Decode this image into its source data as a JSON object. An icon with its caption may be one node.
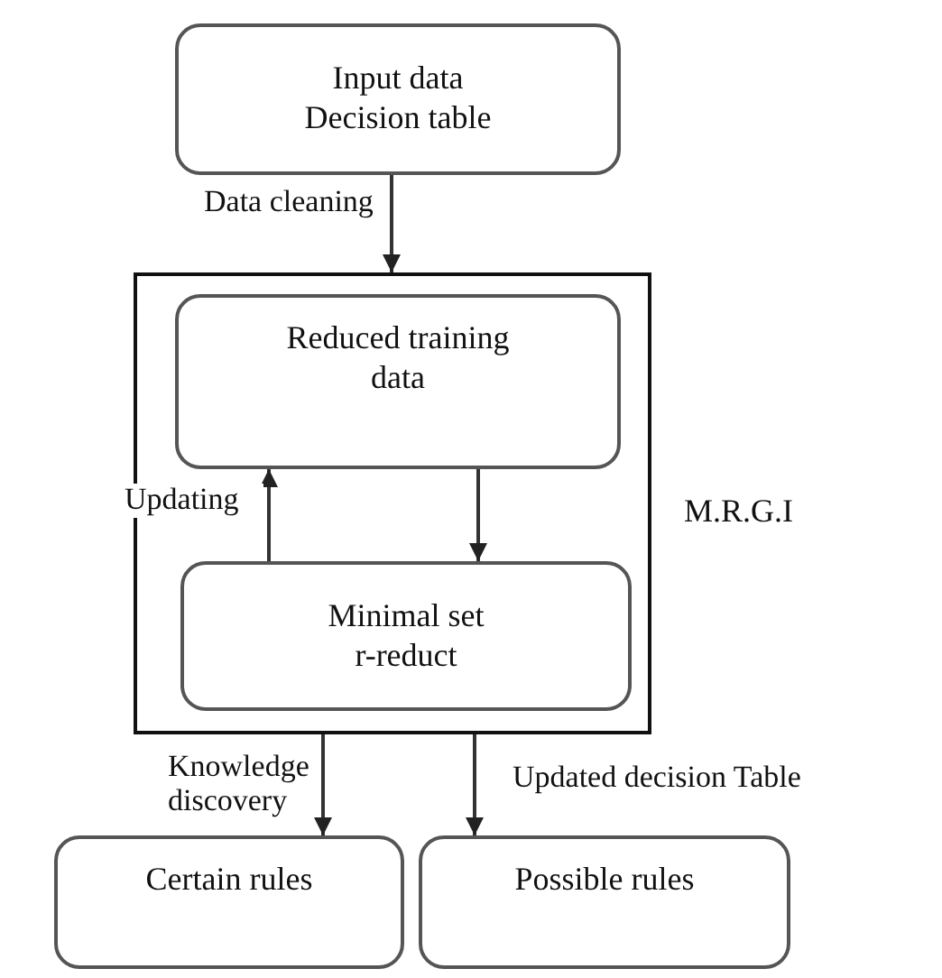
{
  "diagram": {
    "nodes": [
      {
        "text": [
          "Input data Decision table"
        ]
      },
      {
        "text": [
          "M.R.G.I"
        ]
      },
      {
        "text": [
          "Reduced training data"
        ],
        "in": 1
      },
      {
        "text": [
          "Minimal set r-reduct"
        ],
        "in": 1
      },
      {
        "text": [
          "Certain rules"
        ]
      },
      {
        "text": [
          "Possible rules"
        ]
      }
    ],
    "edges": [
      {
        "from": 0,
        "to": 1,
        "arrow": "to",
        "label": "Data cleaning"
      },
      {
        "from": 2,
        "to": 3,
        "arrow": "to"
      },
      {
        "from": 3,
        "to": 2,
        "arrow": "to",
        "label": "Updating"
      },
      {
        "from": 1,
        "to": 4,
        "arrow": "to",
        "label": "Knowledge discovery"
      },
      {
        "from": 1,
        "to": 5,
        "arrow": "to",
        "label": "Updated decision Table"
      }
    ]
  }
}
